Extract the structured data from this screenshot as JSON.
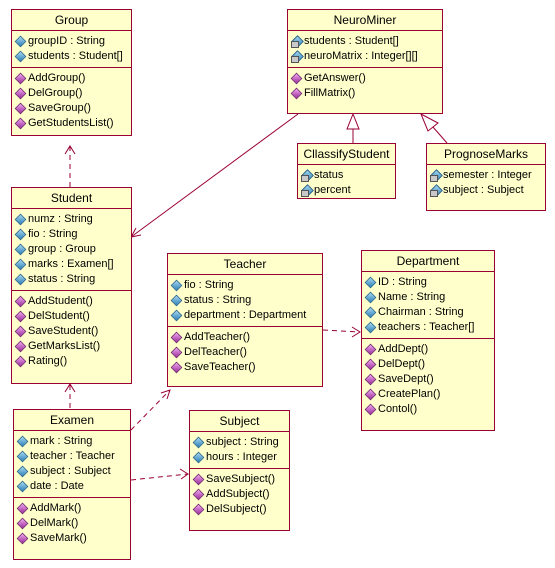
{
  "classes": {
    "group": {
      "name": "Group",
      "attributes": [
        {
          "text": "groupID : String",
          "icon": "attribute-icon"
        },
        {
          "text": "students : Student[]",
          "icon": "attribute-icon"
        }
      ],
      "operations": [
        "AddGroup()",
        "DelGroup()",
        "SaveGroup()",
        "GetStudentsList()"
      ]
    },
    "neurominer": {
      "name": "NeuroMiner",
      "attributes": [
        {
          "text": "students : Student[]",
          "icon": "protected-attribute-icon"
        },
        {
          "text": "neuroMatrix : Integer[][]",
          "icon": "protected-attribute-icon"
        }
      ],
      "operations": [
        "GetAnswer()",
        "FillMatrix()"
      ]
    },
    "classifystudent": {
      "name": "CllassifyStudent",
      "attributes": [
        {
          "text": "status",
          "icon": "protected-attribute-icon"
        },
        {
          "text": "percent",
          "icon": "protected-attribute-icon"
        }
      ]
    },
    "prognosemarks": {
      "name": "PrognoseMarks",
      "attributes": [
        {
          "text": "semester : Integer",
          "icon": "protected-attribute-icon"
        },
        {
          "text": "subject : Subject",
          "icon": "protected-attribute-icon"
        }
      ]
    },
    "student": {
      "name": "Student",
      "attributes": [
        {
          "text": "numz : String",
          "icon": "attribute-icon"
        },
        {
          "text": "fio : String",
          "icon": "attribute-icon"
        },
        {
          "text": "group : Group",
          "icon": "attribute-icon"
        },
        {
          "text": "marks : Examen[]",
          "icon": "attribute-icon"
        },
        {
          "text": "status : String",
          "icon": "attribute-icon"
        }
      ],
      "operations": [
        "AddStudent()",
        "DelStudent()",
        "SaveStudent()",
        "GetMarksList()",
        "Rating()"
      ]
    },
    "teacher": {
      "name": "Teacher",
      "attributes": [
        {
          "text": "fio : String",
          "icon": "attribute-icon"
        },
        {
          "text": "status : String",
          "icon": "attribute-icon"
        },
        {
          "text": "department : Department",
          "icon": "attribute-icon"
        }
      ],
      "operations": [
        "AddTeacher()",
        "DelTeacher()",
        "SaveTeacher()"
      ]
    },
    "department": {
      "name": "Department",
      "attributes": [
        {
          "text": "ID : String",
          "icon": "attribute-icon"
        },
        {
          "text": "Name : String",
          "icon": "attribute-icon"
        },
        {
          "text": "Chairman : String",
          "icon": "attribute-icon"
        },
        {
          "text": "teachers : Teacher[]",
          "icon": "attribute-icon"
        }
      ],
      "operations": [
        "AddDept()",
        "DelDept()",
        "SaveDept()",
        "CreatePlan()",
        "Contol()"
      ]
    },
    "examen": {
      "name": "Examen",
      "attributes": [
        {
          "text": "mark : String",
          "icon": "attribute-icon"
        },
        {
          "text": "teacher : Teacher",
          "icon": "attribute-icon"
        },
        {
          "text": "subject : Subject",
          "icon": "attribute-icon"
        },
        {
          "text": "date : Date",
          "icon": "attribute-icon"
        }
      ],
      "operations": [
        "AddMark()",
        "DelMark()",
        "SaveMark()"
      ]
    },
    "subject": {
      "name": "Subject",
      "attributes": [
        {
          "text": "subject : String",
          "icon": "attribute-icon"
        },
        {
          "text": "hours : Integer",
          "icon": "attribute-icon"
        }
      ],
      "operations": [
        "SaveSubject()",
        "AddSubject()",
        "DelSubject()"
      ]
    }
  },
  "colors": {
    "class_fill": "#ffffcc",
    "class_border": "#990033",
    "connector": "#990033"
  }
}
